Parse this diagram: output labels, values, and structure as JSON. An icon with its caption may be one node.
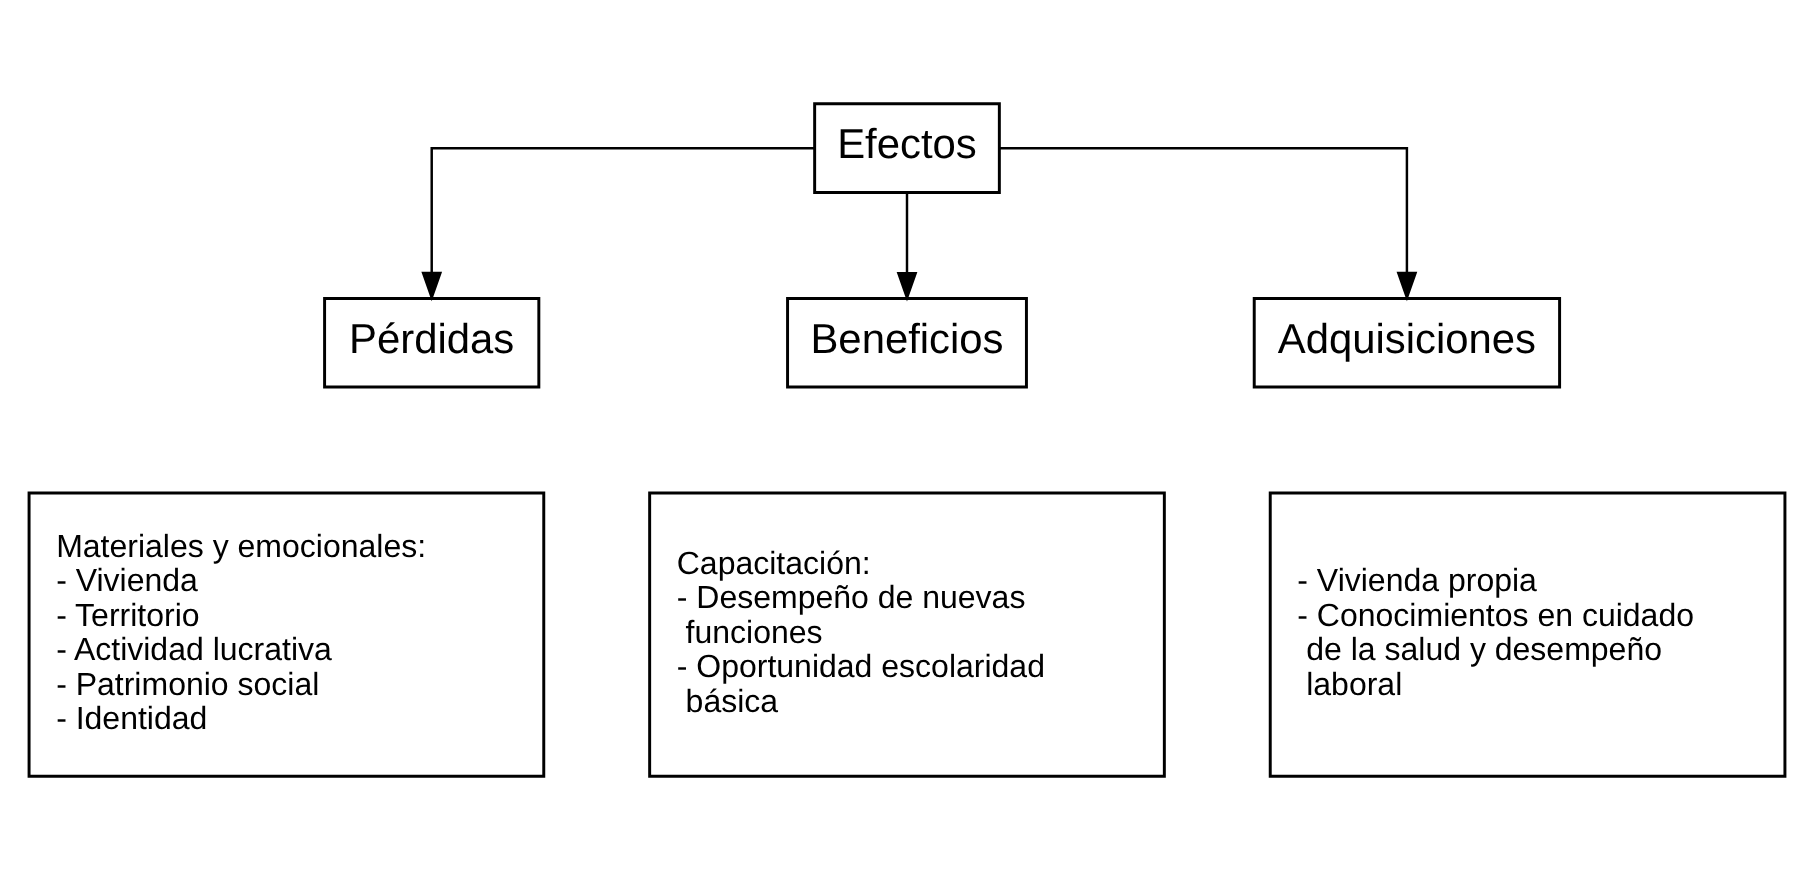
{
  "diagram": {
    "nodes": [
      {
        "text": [
          "Efectos"
        ]
      },
      {
        "text": [
          "Pérdidas"
        ]
      },
      {
        "text": [
          "Beneficios"
        ]
      },
      {
        "text": [
          "Adquisiciones"
        ]
      },
      {
        "text": [
          "Materiales y emocionales:",
          "- Vivienda",
          "- Territorio",
          "- Actividad lucrativa",
          "- Patrimonio social",
          "- Identidad"
        ]
      },
      {
        "text": [
          "Capacitación:",
          "- Desempeño de nuevas funciones",
          "- Oportunidad escolaridad básica"
        ]
      },
      {
        "text": [
          "- Vivienda propia",
          "- Conocimientos en cuidado de la salud y desempeño laboral"
        ]
      }
    ],
    "edges": [
      {
        "from": 0,
        "to": 1,
        "arrow": "to"
      },
      {
        "from": 0,
        "to": 2,
        "arrow": "to"
      },
      {
        "from": 0,
        "to": 3,
        "arrow": "to"
      }
    ]
  }
}
